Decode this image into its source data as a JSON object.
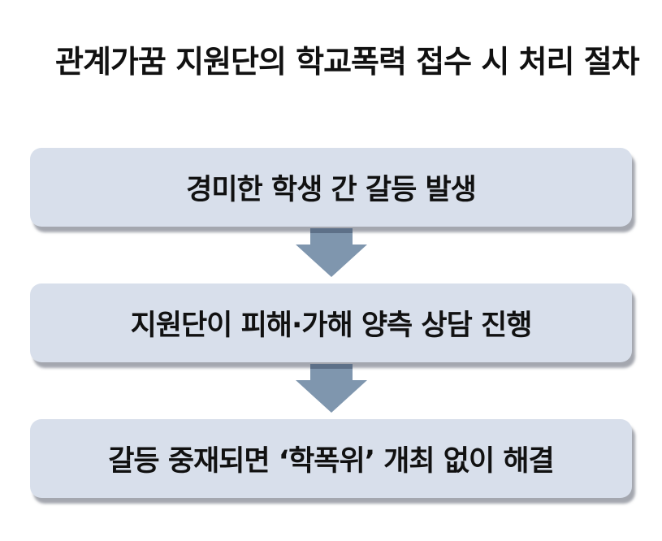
{
  "title": "관계가꿈 지원단의 학교폭력 접수 시 처리 절차",
  "steps": [
    {
      "label": "경미한 학생 간 갈등 발생"
    },
    {
      "label": "지원단이 피해·가해 양측 상담 진행"
    },
    {
      "label": "갈등 중재되면 ‘학폭위’ 개최 없이 해결"
    }
  ],
  "colors": {
    "box": "#d8dfeb",
    "arrow": "#7f96ae"
  },
  "icons": {
    "connector": "arrow-down-icon"
  }
}
